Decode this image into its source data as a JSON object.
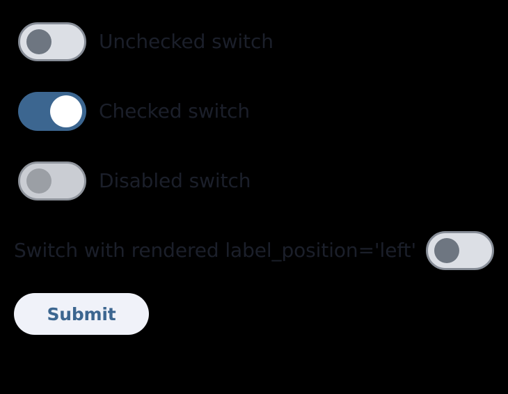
{
  "page": {
    "background_color": "#000000",
    "text_color": "#1b1f2a",
    "accent_color": "#3c6690"
  },
  "switches": [
    {
      "id": "unchecked-switch",
      "label": "Unchecked switch",
      "state": "off",
      "checked": false,
      "disabled": false,
      "label_position": "right",
      "track_color": "#dcdfe5",
      "border_color": "#868c96",
      "thumb_color": "#6e7681"
    },
    {
      "id": "checked-switch",
      "label": "Checked switch",
      "state": "on",
      "checked": true,
      "disabled": false,
      "label_position": "right",
      "track_color": "#3c6690",
      "border_color": "#3c6690",
      "thumb_color": "#ffffff"
    },
    {
      "id": "disabled-switch",
      "label": "Disabled switch",
      "state": "disabled",
      "checked": false,
      "disabled": true,
      "label_position": "right",
      "track_color": "#dcdfe5",
      "border_color": "#9ca1aa",
      "thumb_color": "#a9adb4"
    },
    {
      "id": "label-left-switch",
      "label": "Switch with rendered label_position='left'",
      "state": "off",
      "checked": false,
      "disabled": false,
      "label_position": "left",
      "track_color": "#dcdfe5",
      "border_color": "#868c96",
      "thumb_color": "#6e7681"
    }
  ],
  "submit": {
    "label": "Submit",
    "background_color": "#f0f2f9",
    "text_color": "#3c6690"
  }
}
